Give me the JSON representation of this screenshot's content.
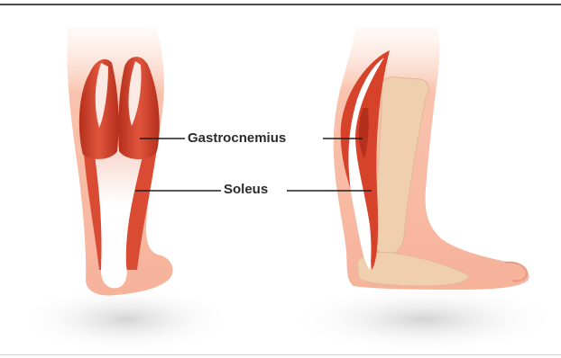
{
  "labels": {
    "gastrocnemius": "Gastrocnemius",
    "soleus": "Soleus"
  },
  "colors": {
    "skin": "#f8b7a0",
    "skin_light": "#fde3d8",
    "muscle_red": "#d6422a",
    "muscle_dark": "#b52f1d",
    "tendon": "#ffffff",
    "bone": "#efcfae",
    "leader_line": "#1f1f1f"
  },
  "views": {
    "left": "posterior-view",
    "right": "lateral-view"
  }
}
